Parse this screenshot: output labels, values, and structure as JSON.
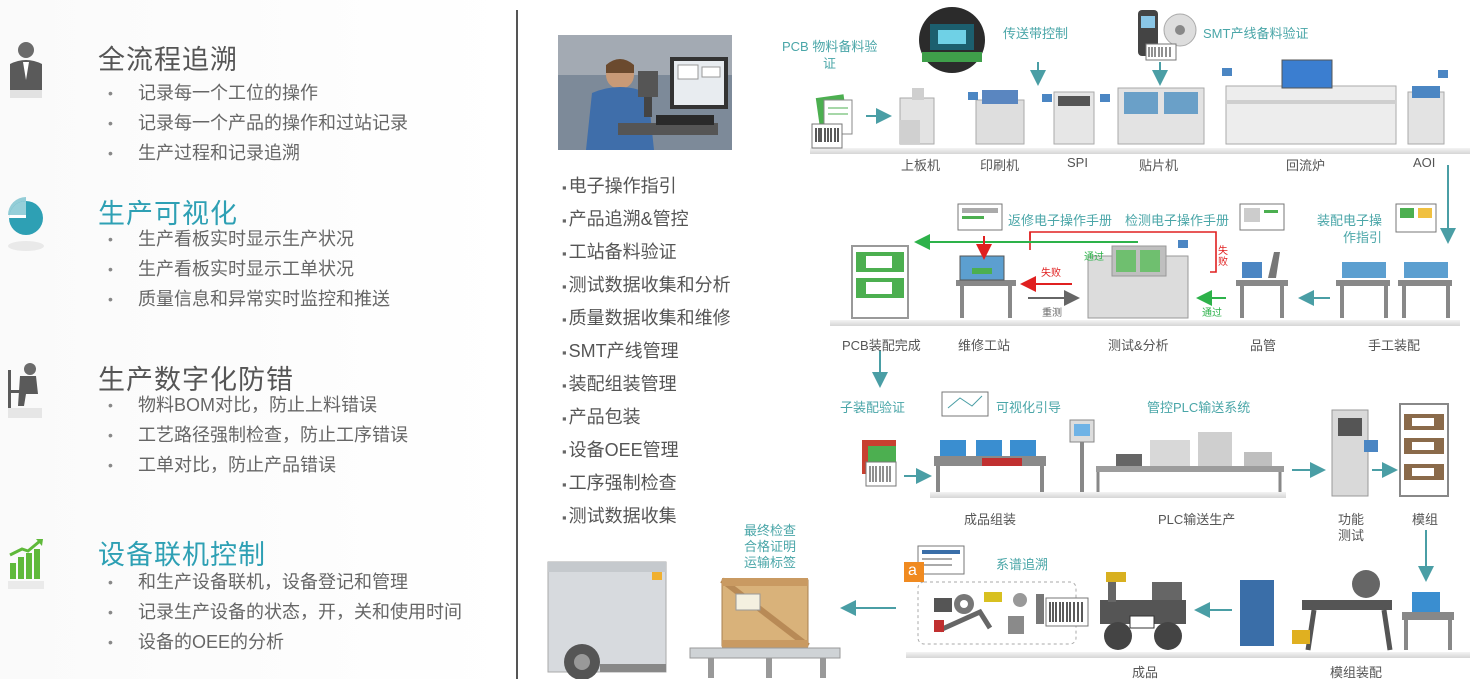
{
  "sections": [
    {
      "title": "全流程追溯",
      "title_color": "#555555",
      "items": [
        "记录每一个工位的操作",
        "记录每一个产品的操作和过站记录",
        "生产过程和记录追溯"
      ]
    },
    {
      "title": "生产可视化",
      "title_color": "#2ea0b4",
      "items": [
        "生产看板实时显示生产状况",
        "生产看板实时显示工单状况",
        "质量信息和异常实时监控和推送"
      ]
    },
    {
      "title": "生产数字化防错",
      "title_color": "#555555",
      "items": [
        "物料BOM对比，防止上料错误",
        "工艺路径强制检查，防止工序错误",
        "工单对比，防止产品错误"
      ]
    },
    {
      "title": "设备联机控制",
      "title_color": "#2ea0b4",
      "items": [
        "和生产设备联机，设备登记和管理",
        "记录生产设备的状态，开，关和使用时间",
        "设备的OEE的分析"
      ]
    }
  ],
  "features": [
    "电子操作指引",
    "产品追溯&管控",
    "工站备料验证",
    "测试数据收集和分析",
    "质量数据收集和维修",
    "SMT产线管理",
    "装配组装管理",
    "产品包装",
    "设备OEE管理",
    "工序强制检查",
    "测试数据收集"
  ],
  "row1": {
    "pcb_label": "PCB 物料备料验",
    "pcb_label2": "证",
    "conveyor_label": "传送带控制",
    "smt_label": "SMT产线备料验证",
    "stations": [
      "上板机",
      "印刷机",
      "SPI",
      "贴片机",
      "回流炉",
      "AOI"
    ]
  },
  "row2": {
    "repair_manual": "返修电子操作手册",
    "test_manual": "检测电子操作手册",
    "assembly_manual_1": "装配电子操",
    "assembly_manual_2": "作指引",
    "pass_top": "通过",
    "fail_right": "失败",
    "fail_left": "失败",
    "retest": "重测",
    "pass_bottom": "通过",
    "stations": [
      "PCB装配完成",
      "维修工站",
      "测试&分析",
      "品管",
      "手工装配"
    ]
  },
  "row3": {
    "sub_verify": "子装配验证",
    "visual_guide": "可视化引导",
    "plc_system": "管控PLC输送系统",
    "stations": [
      "成品组装",
      "PLC输送生产",
      "功能",
      "测试",
      "模组"
    ]
  },
  "row4": {
    "final_1": "最终检查",
    "final_2": "合格证明",
    "final_3": "运输标签",
    "genealogy": "系谱追溯",
    "a_mark": "a",
    "stations": [
      "成品",
      "模组装配"
    ]
  },
  "colors": {
    "teal": "#4aa6a8",
    "green": "#2db24a",
    "red": "#e02020",
    "arrow": "#4a9ea5",
    "bar": "#e8e8e8"
  }
}
